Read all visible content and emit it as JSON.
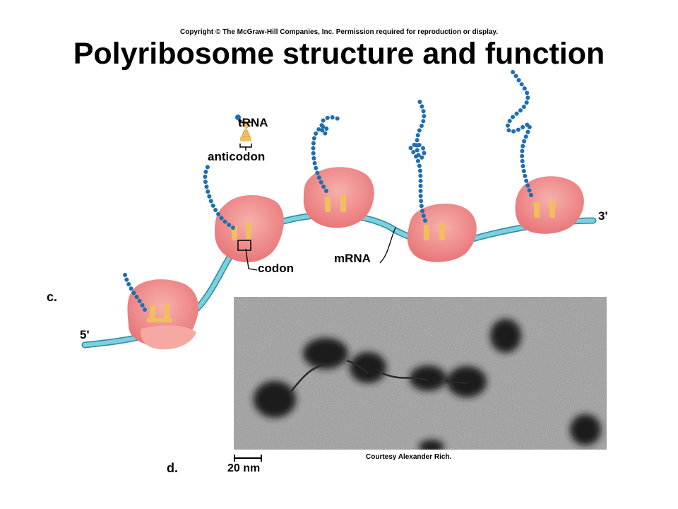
{
  "header": {
    "copyright": "Copyright © The McGraw-Hill Companies, Inc. Permission required for reproduction or display.",
    "title": "Polyribosome structure and function"
  },
  "labels": {
    "trna": "tRNA",
    "anticodon": "anticodon",
    "codon": "codon",
    "mrna": "mRNA",
    "five_prime": "5'",
    "three_prime": "3'",
    "panel_c": "c.",
    "panel_d": "d."
  },
  "micrograph": {
    "scale_bar": "20 nm",
    "credit": "Courtesy Alexander Rich."
  },
  "colors": {
    "ribosome": "#f08a8a",
    "ribosome_light": "#f8b3ae",
    "mrna": "#5fb8cc",
    "polypeptide": "#1f6eb0",
    "trna": "#f2bd5e"
  }
}
